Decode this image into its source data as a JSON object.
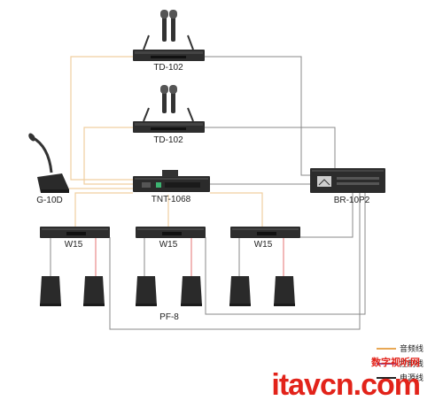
{
  "devices": {
    "td102_top": "TD-102",
    "td102_mid": "TD-102",
    "g10d": "G-10D",
    "tnt1068": "TNT-1068",
    "br10p2": "BR-10P2",
    "amp1": "W15",
    "amp2": "W15",
    "amp3": "W15",
    "speaker_group": "PF-8"
  },
  "legend": [
    {
      "label": "音频线",
      "color": "#e8a855"
    },
    {
      "label": "控制线",
      "color": "#9b4a8c"
    },
    {
      "label": "电源线",
      "color": "#222222"
    }
  ],
  "watermark": {
    "top": "数字视听网",
    "main": "itavcn.com"
  }
}
